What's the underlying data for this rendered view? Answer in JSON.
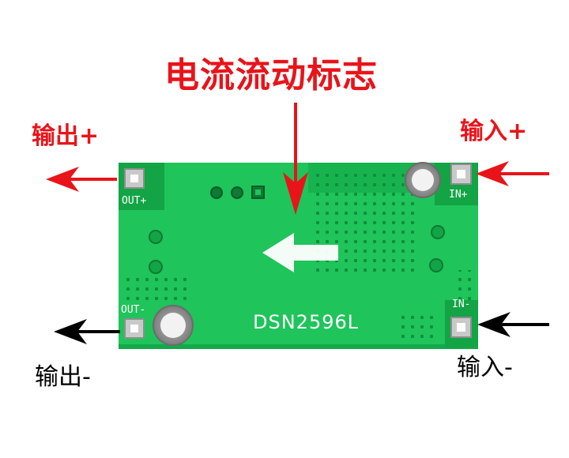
{
  "title": "电流流动标志",
  "labels": {
    "output_positive": "输出+",
    "input_positive": "输入+",
    "output_negative": "输出-",
    "input_negative": "输入-"
  },
  "board": {
    "model": "DSN2596L",
    "pin_out_positive": "OUT+",
    "pin_in_positive": "IN+",
    "pin_out_negative": "OUT-",
    "pin_in_negative": "IN-"
  },
  "colors": {
    "pcb_green": "#1fc45a",
    "pcb_dark_green": "#12a445",
    "arrow_red": "#e8141a",
    "arrow_black": "#000000"
  }
}
